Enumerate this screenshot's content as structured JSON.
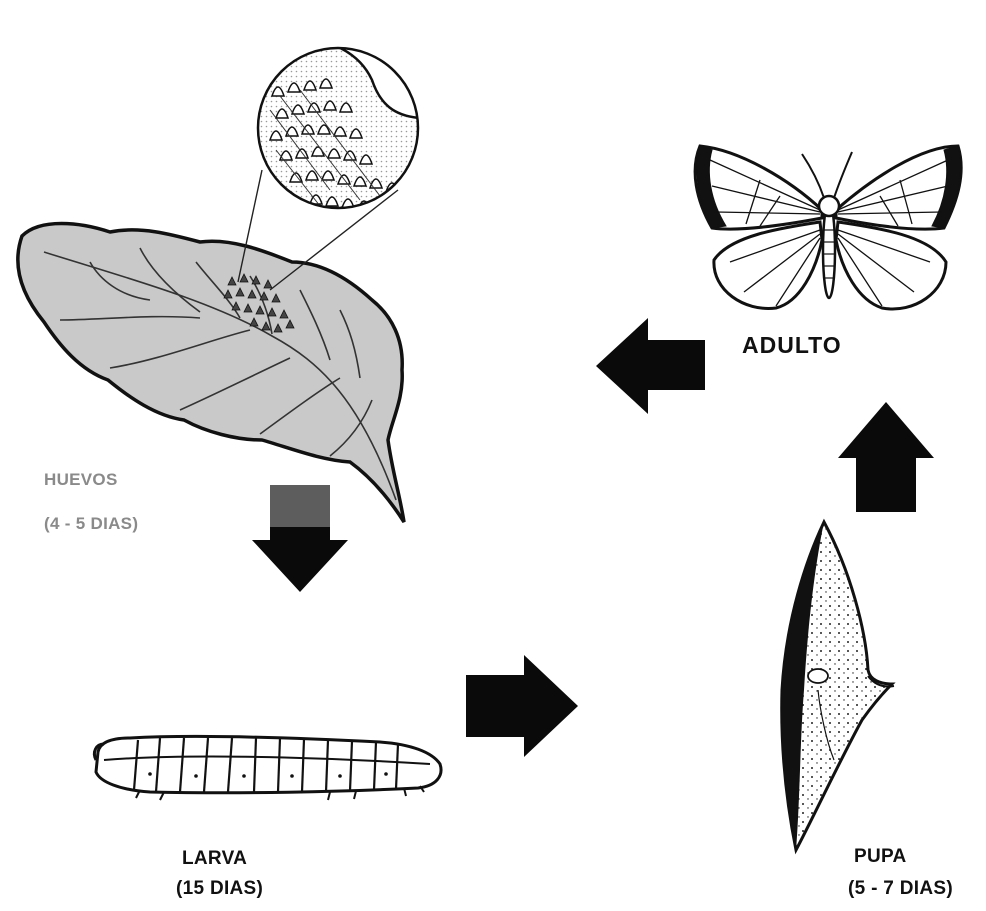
{
  "stages": {
    "eggs": {
      "name": "HUEVOS",
      "duration": "(4 - 5 DIAS)"
    },
    "larva": {
      "name": "LARVA",
      "duration": "(15 DIAS)"
    },
    "pupa": {
      "name": "PUPA",
      "duration": "(5 - 7 DIAS)"
    },
    "adult": {
      "name": "ADULTO"
    }
  },
  "colors": {
    "ink": "#111111",
    "leaf_fill": "#c9c9c9",
    "arrow_fill": "#0a0a0a",
    "faded_text": "#8a8a8a"
  }
}
